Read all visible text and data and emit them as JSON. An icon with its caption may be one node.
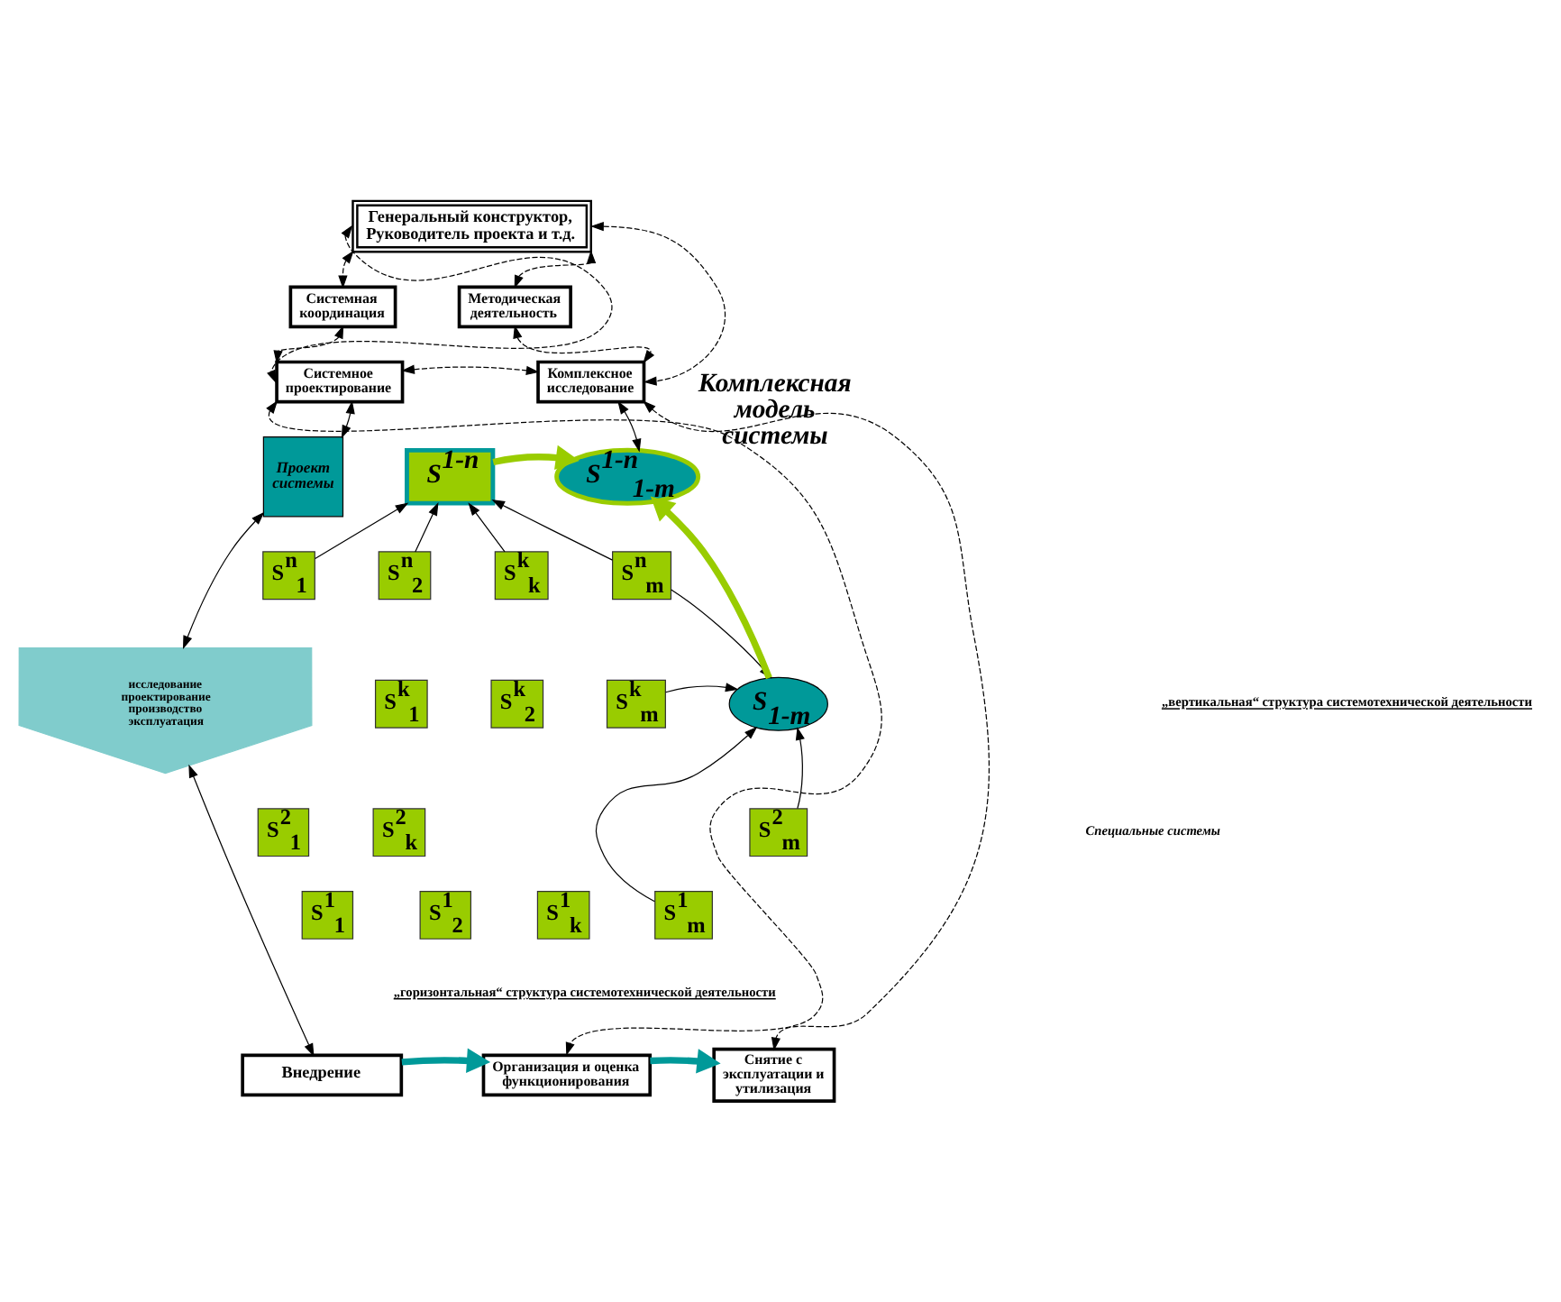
{
  "diagram": {
    "nodes": [
      {
        "text": [
          "Генеральный конструктор, Руководитель проекта и т.д."
        ]
      },
      {
        "text": [
          "Системная координация"
        ]
      },
      {
        "text": [
          "Методическая деятельность"
        ]
      },
      {
        "text": [
          "Системное проектирование"
        ]
      },
      {
        "text": [
          "Комплексное исследование"
        ]
      },
      {
        "text": [
          "Проект системы"
        ]
      },
      {
        "text": [
          "S$^{1-n}$"
        ]
      },
      {
        "text": [
          "S$^{1-n}$$_{1-m}$"
        ],
        "beside": [
          "Комплексная модель системы"
        ]
      },
      {
        "text": [
          "исследование",
          "проектирование",
          "производство",
          "эксплуатация"
        ]
      },
      {
        "text": [
          "S$^{n}$$_{1}$"
        ]
      },
      {
        "text": [
          "S$^{n}$$_{2}$"
        ]
      },
      {
        "text": [
          "S$^{k}$$_{k}$"
        ]
      },
      {
        "text": [
          "S$^{n}$$_{m}$"
        ]
      },
      {
        "text": [
          "S$^{k}$$_{1}$"
        ]
      },
      {
        "text": [
          "S$^{k}$$_{2}$"
        ]
      },
      {
        "text": [
          "S$^{k}$$_{m}$"
        ]
      },
      {
        "text": [
          "S$_{1-m}$"
        ]
      },
      {
        "text": [
          "S$^{2}$$_{1}$"
        ]
      },
      {
        "text": [
          "S$^{2}$$_{k}$"
        ]
      },
      {
        "text": [
          "S$^{2}$$_{m}$"
        ]
      },
      {
        "text": [
          "S$^{1}$$_{1}$"
        ]
      },
      {
        "text": [
          "S$^{1}$$_{2}$"
        ]
      },
      {
        "text": [
          "S$^{1}$$_{k}$"
        ]
      },
      {
        "text": [
          "S$^{1}$$_{m}$"
        ]
      },
      {
        "text": [
          "Внедрение"
        ]
      },
      {
        "text": [
          "Организация и оценка функционирования"
        ]
      },
      {
        "text": [
          "Снятие с эксплуатации и утилизация"
        ]
      }
    ],
    "edges": [
      {
        "from": 0,
        "to": 1,
        "arrow": "both",
        "style": "dashed"
      },
      {
        "from": 0,
        "to": 2,
        "arrow": "both",
        "style": "dashed"
      },
      {
        "from": 1,
        "to": 3,
        "arrow": "both",
        "style": "dashed"
      },
      {
        "from": 2,
        "to": 4,
        "arrow": "both",
        "style": "dashed"
      },
      {
        "from": 0,
        "to": 3,
        "arrow": "both",
        "style": "dashed"
      },
      {
        "from": 0,
        "to": 4,
        "arrow": "both",
        "style": "dashed"
      },
      {
        "from": 3,
        "to": 4,
        "arrow": "both",
        "style": "dashed"
      },
      {
        "from": 3,
        "to": 5,
        "arrow": "both"
      },
      {
        "from": 5,
        "to": 8,
        "arrow": "both"
      },
      {
        "from": 4,
        "to": 7,
        "arrow": "both"
      },
      {
        "from": 9,
        "to": 6,
        "arrow": "to"
      },
      {
        "from": 10,
        "to": 6,
        "arrow": "to"
      },
      {
        "from": 11,
        "to": 6,
        "arrow": "to"
      },
      {
        "from": 12,
        "to": 6,
        "arrow": "to"
      },
      {
        "from": 12,
        "to": 16,
        "arrow": "to"
      },
      {
        "from": 15,
        "to": 16,
        "arrow": "to"
      },
      {
        "from": 19,
        "to": 16,
        "arrow": "to"
      },
      {
        "from": 23,
        "to": 16,
        "arrow": "to"
      },
      {
        "from": 6,
        "to": 7,
        "arrow": "to",
        "style": "thick",
        "color": "#99cc00"
      },
      {
        "from": 16,
        "to": 7,
        "arrow": "to",
        "style": "thick",
        "color": "#99cc00"
      },
      {
        "from": 8,
        "to": 24,
        "arrow": "both"
      },
      {
        "from": 24,
        "to": 25,
        "arrow": "to",
        "style": "thick",
        "color": "#009999"
      },
      {
        "from": 25,
        "to": 26,
        "arrow": "to",
        "style": "thick",
        "color": "#009999"
      },
      {
        "from": 3,
        "to": 25,
        "arrow": "both",
        "style": "dashed"
      },
      {
        "from": 4,
        "to": 26,
        "arrow": "both",
        "style": "dashed"
      }
    ],
    "labels": [
      "„вертикальная“ структура системотехнической деятельности",
      "Специальные системы",
      "„горизонтальная“ структура системотехнической деятельности"
    ]
  }
}
